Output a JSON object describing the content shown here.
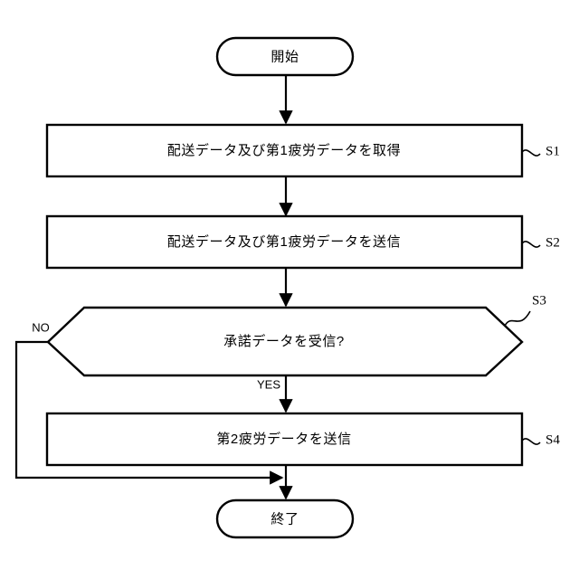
{
  "figure": {
    "type": "flowchart",
    "orientation": "vertical",
    "background_color": "#ffffff",
    "line_color": "#000000"
  },
  "nodes": {
    "start": {
      "shape": "stadium",
      "label": "開始",
      "step": ""
    },
    "s1": {
      "shape": "rectangle",
      "label": "配送データ及び第1疲労データを取得",
      "step": "S1"
    },
    "s2": {
      "shape": "rectangle",
      "label": "配送データ及び第1疲労データを送信",
      "step": "S2"
    },
    "s3": {
      "shape": "hexagon",
      "label": "承諾データを受信?",
      "step": "S3"
    },
    "s4": {
      "shape": "rectangle",
      "label": "第2疲労データを送信",
      "step": "S4"
    },
    "end": {
      "shape": "stadium",
      "label": "終了",
      "step": ""
    }
  },
  "branches": {
    "no_label": "NO",
    "yes_label": "YES"
  },
  "edges": [
    {
      "name": "start-to-s1",
      "from": "start",
      "to": "s1",
      "label": ""
    },
    {
      "name": "s1-to-s2",
      "from": "s1",
      "to": "s2",
      "label": ""
    },
    {
      "name": "s2-to-s3",
      "from": "s2",
      "to": "s3",
      "label": ""
    },
    {
      "name": "s3-yes-to-s4",
      "from": "s3",
      "to": "s4",
      "label": "YES"
    },
    {
      "name": "s3-no-to-end",
      "from": "s3",
      "to": "end",
      "label": "NO"
    },
    {
      "name": "s4-to-end",
      "from": "s4",
      "to": "end",
      "label": ""
    }
  ]
}
